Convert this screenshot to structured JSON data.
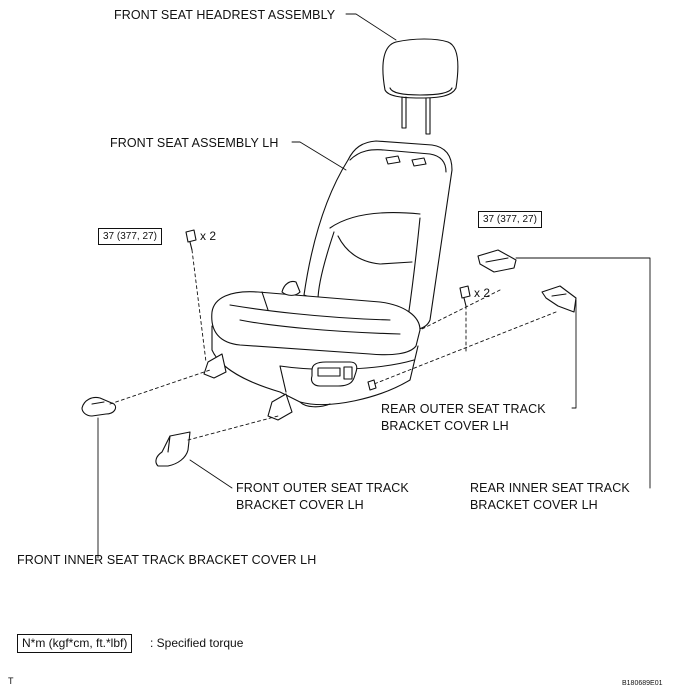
{
  "labels": {
    "headrest": "FRONT SEAT HEADREST ASSEMBLY",
    "seat_assembly": "FRONT SEAT ASSEMBLY LH",
    "rear_outer_line1": "REAR OUTER SEAT TRACK",
    "rear_outer_line2": "BRACKET COVER LH",
    "front_outer_line1": "FRONT OUTER SEAT TRACK",
    "front_outer_line2": "BRACKET COVER LH",
    "rear_inner_line1": "REAR INNER SEAT TRACK",
    "rear_inner_line2": "BRACKET COVER LH",
    "front_inner": "FRONT INNER SEAT TRACK BRACKET COVER LH"
  },
  "torque": {
    "left_value": "37 (377, 27)",
    "left_multiplier": "x 2",
    "right_value": "37 (377, 27)",
    "right_multiplier": "x 2"
  },
  "legend": {
    "unit": "N*m (kgf*cm, ft.*lbf)",
    "description": ": Specified torque"
  },
  "footer": {
    "corner_mark": "T",
    "figure_id": "B180689E01"
  }
}
